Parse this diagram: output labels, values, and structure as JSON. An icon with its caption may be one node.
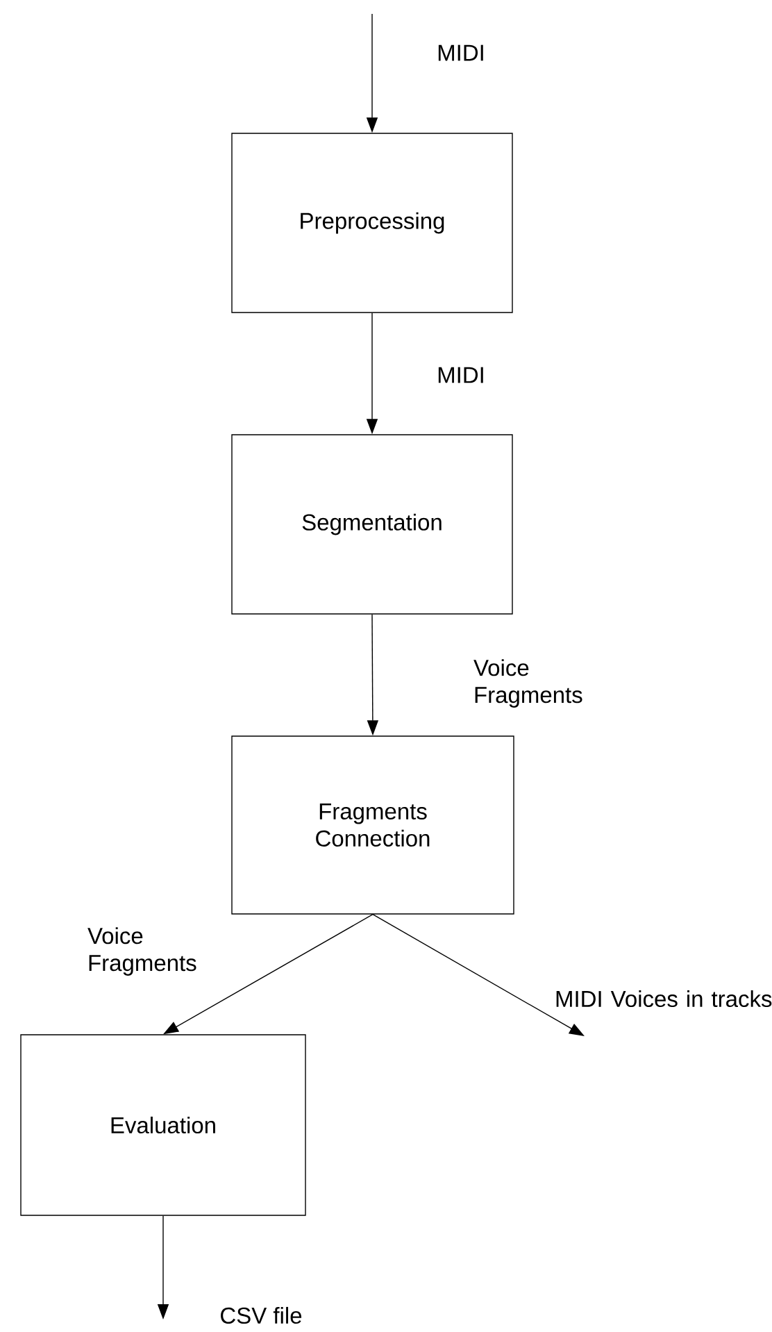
{
  "diagram": {
    "nodes": [
      {
        "text": [
          "Preprocessing"
        ]
      },
      {
        "text": [
          "Segmentation"
        ]
      },
      {
        "text": [
          "Fragments Connection"
        ]
      },
      {
        "text": [
          "Evaluation"
        ]
      }
    ],
    "edges": [
      {
        "from": null,
        "to": 0,
        "arrow": "to",
        "label": "MIDI"
      },
      {
        "from": 0,
        "to": 1,
        "arrow": "to",
        "label": "MIDI"
      },
      {
        "from": 1,
        "to": 2,
        "arrow": "to",
        "label": "Voice Fragments"
      },
      {
        "from": 2,
        "to": 3,
        "arrow": "to",
        "label": "Voice Fragments"
      },
      {
        "from": 2,
        "to": null,
        "arrow": "to",
        "label": "MIDI Voices in tracks"
      },
      {
        "from": 3,
        "to": null,
        "arrow": "to",
        "label": "CSV file"
      }
    ]
  }
}
